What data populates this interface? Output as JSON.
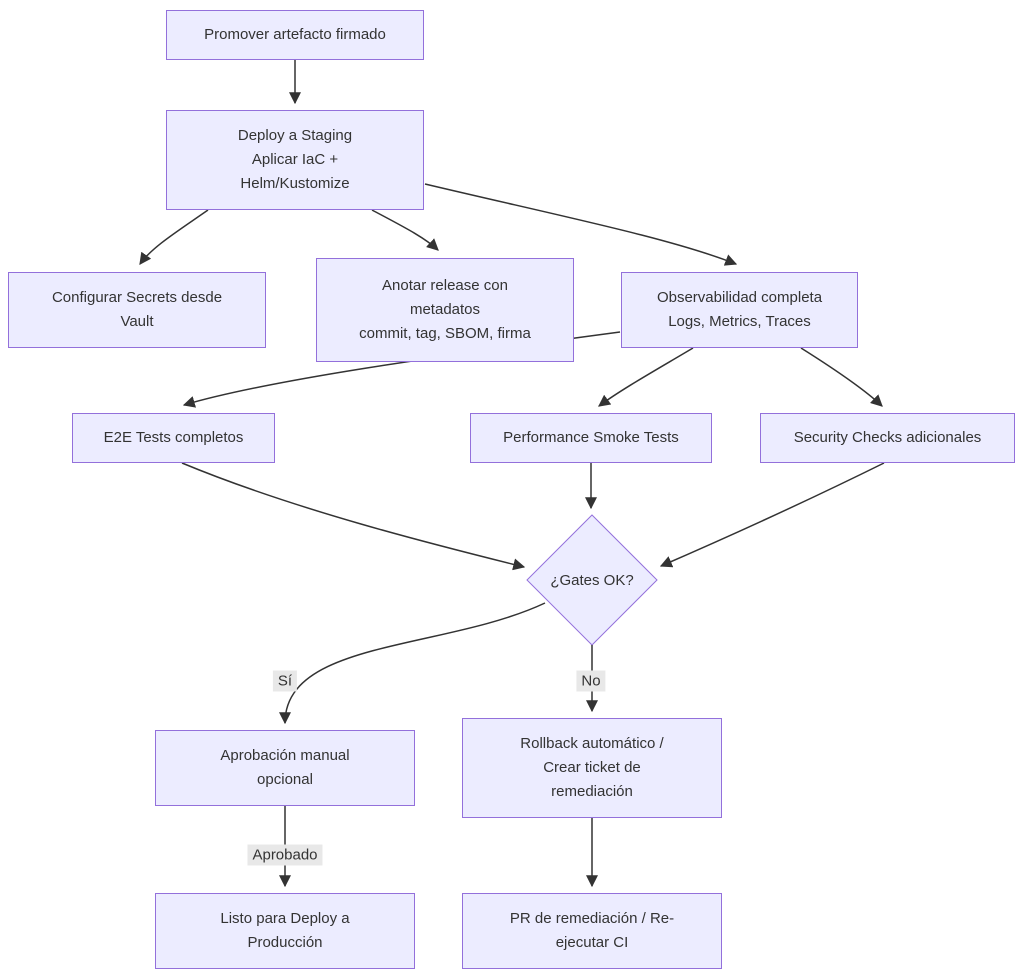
{
  "diagram": {
    "type": "flowchart",
    "colors": {
      "node_fill": "#ECECFF",
      "node_border": "#9370DB",
      "edge_line": "#333333",
      "edge_label_bg": "#e8e8e8",
      "text": "#333333"
    },
    "nodes": {
      "promote": {
        "label": "Promover artefacto firmado"
      },
      "deploy": {
        "label": "Deploy a Staging\nAplicar IaC +\nHelm/Kustomize"
      },
      "secrets": {
        "label": "Configurar Secrets desde\nVault"
      },
      "annotate": {
        "label": "Anotar release con\nmetadatos\ncommit, tag, SBOM, firma"
      },
      "observability": {
        "label": "Observabilidad completa\nLogs, Metrics, Traces"
      },
      "e2e": {
        "label": "E2E Tests completos"
      },
      "perf": {
        "label": "Performance Smoke Tests"
      },
      "security": {
        "label": "Security Checks adicionales"
      },
      "gates": {
        "label": "¿Gates OK?"
      },
      "approval": {
        "label": "Aprobación manual\nopcional"
      },
      "rollback": {
        "label": "Rollback automático /\nCrear ticket de\nremediación"
      },
      "ready": {
        "label": "Listo para Deploy a\nProducción"
      },
      "pr": {
        "label": "PR de remediación / Re-\nejecutar CI"
      }
    },
    "edge_labels": {
      "yes": "Sí",
      "no": "No",
      "approved": "Aprobado"
    }
  }
}
